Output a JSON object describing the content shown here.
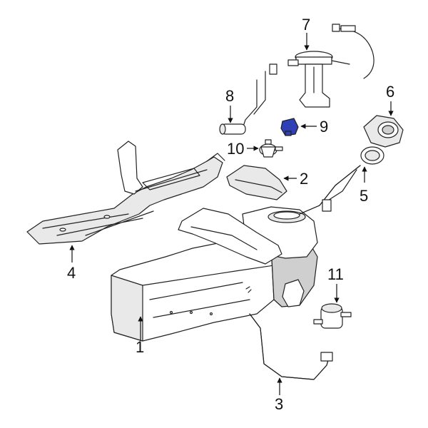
{
  "diagram": {
    "callouts": [
      {
        "id": "1",
        "label": "1"
      },
      {
        "id": "2",
        "label": "2"
      },
      {
        "id": "3",
        "label": "3"
      },
      {
        "id": "4",
        "label": "4"
      },
      {
        "id": "5",
        "label": "5"
      },
      {
        "id": "6",
        "label": "6"
      },
      {
        "id": "7",
        "label": "7"
      },
      {
        "id": "8",
        "label": "8"
      },
      {
        "id": "9",
        "label": "9"
      },
      {
        "id": "10",
        "label": "10"
      },
      {
        "id": "11",
        "label": "11"
      }
    ],
    "highlight_color": "#2f3fb5"
  }
}
